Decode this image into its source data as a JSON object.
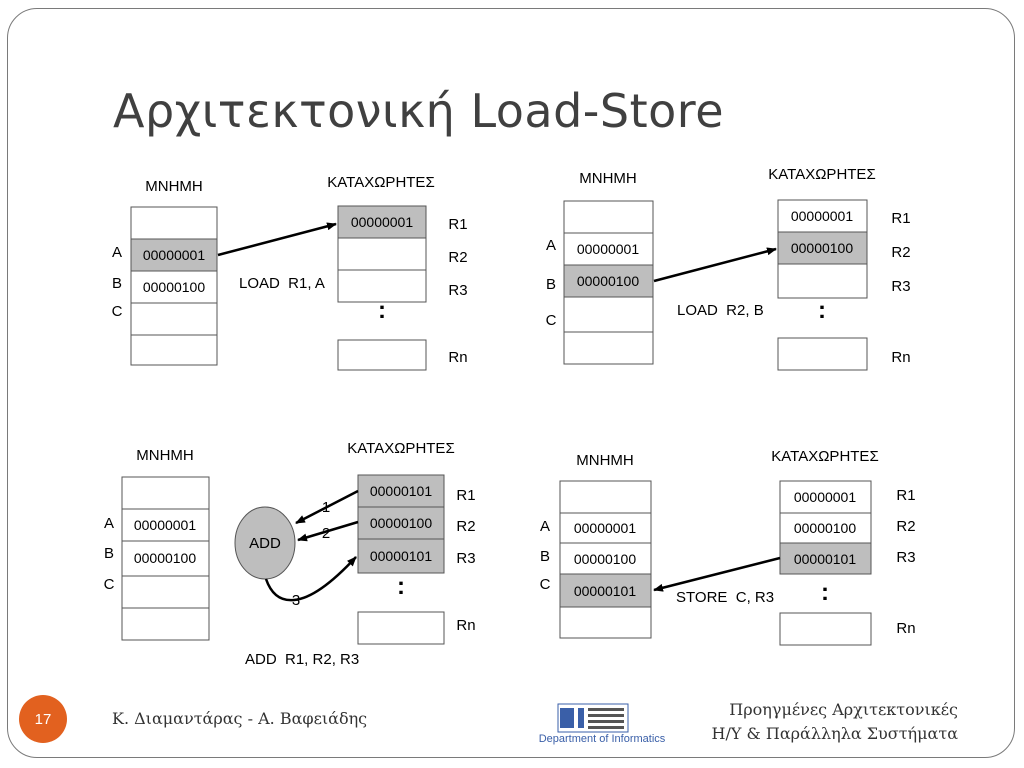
{
  "slide": {
    "title": "Αρχιτεκτονική Load-Store",
    "footer_left": "Κ. Διαμαντάρας - Α. Βαφειάδης",
    "footer_right_line1": "Προηγμένες Αρχιτεκτονικές",
    "footer_right_line2": "Η/Υ & Παράλληλα Συστήματα",
    "page_number": "17",
    "logo_text": "Department of Informatics"
  },
  "labels": {
    "memory": "ΜΝΗΜΗ",
    "registers": "ΚΑΤΑΧΩΡΗΤΕΣ",
    "addr_a": "A",
    "addr_b": "B",
    "addr_c": "C",
    "r1": "R1",
    "r2": "R2",
    "r3": "R3",
    "rn": "Rn",
    "dots": ":"
  },
  "panels": {
    "load_a": {
      "instruction": "LOAD  R1, A",
      "memory": [
        "",
        "00000001",
        "00000100",
        "",
        ""
      ],
      "registers": [
        "00000001",
        "",
        ""
      ]
    },
    "load_b": {
      "instruction": "LOAD  R2, B",
      "memory": [
        "",
        "00000001",
        "00000100",
        "",
        ""
      ],
      "registers": [
        "00000001",
        "00000100",
        ""
      ]
    },
    "add": {
      "instruction": "ADD  R1, R2, R3",
      "unit": "ADD",
      "step1": "1",
      "step2": "2",
      "step3": "3",
      "memory": [
        "",
        "00000001",
        "00000100",
        "",
        ""
      ],
      "registers": [
        "00000101",
        "00000100",
        "00000101"
      ]
    },
    "store": {
      "instruction": "STORE  C, R3",
      "memory": [
        "",
        "00000001",
        "00000100",
        "00000101",
        ""
      ],
      "registers": [
        "00000001",
        "00000100",
        "00000101"
      ]
    }
  },
  "colors": {
    "highlight": "#bebebe",
    "badge": "#e2611f",
    "alu": "#bebebe"
  }
}
